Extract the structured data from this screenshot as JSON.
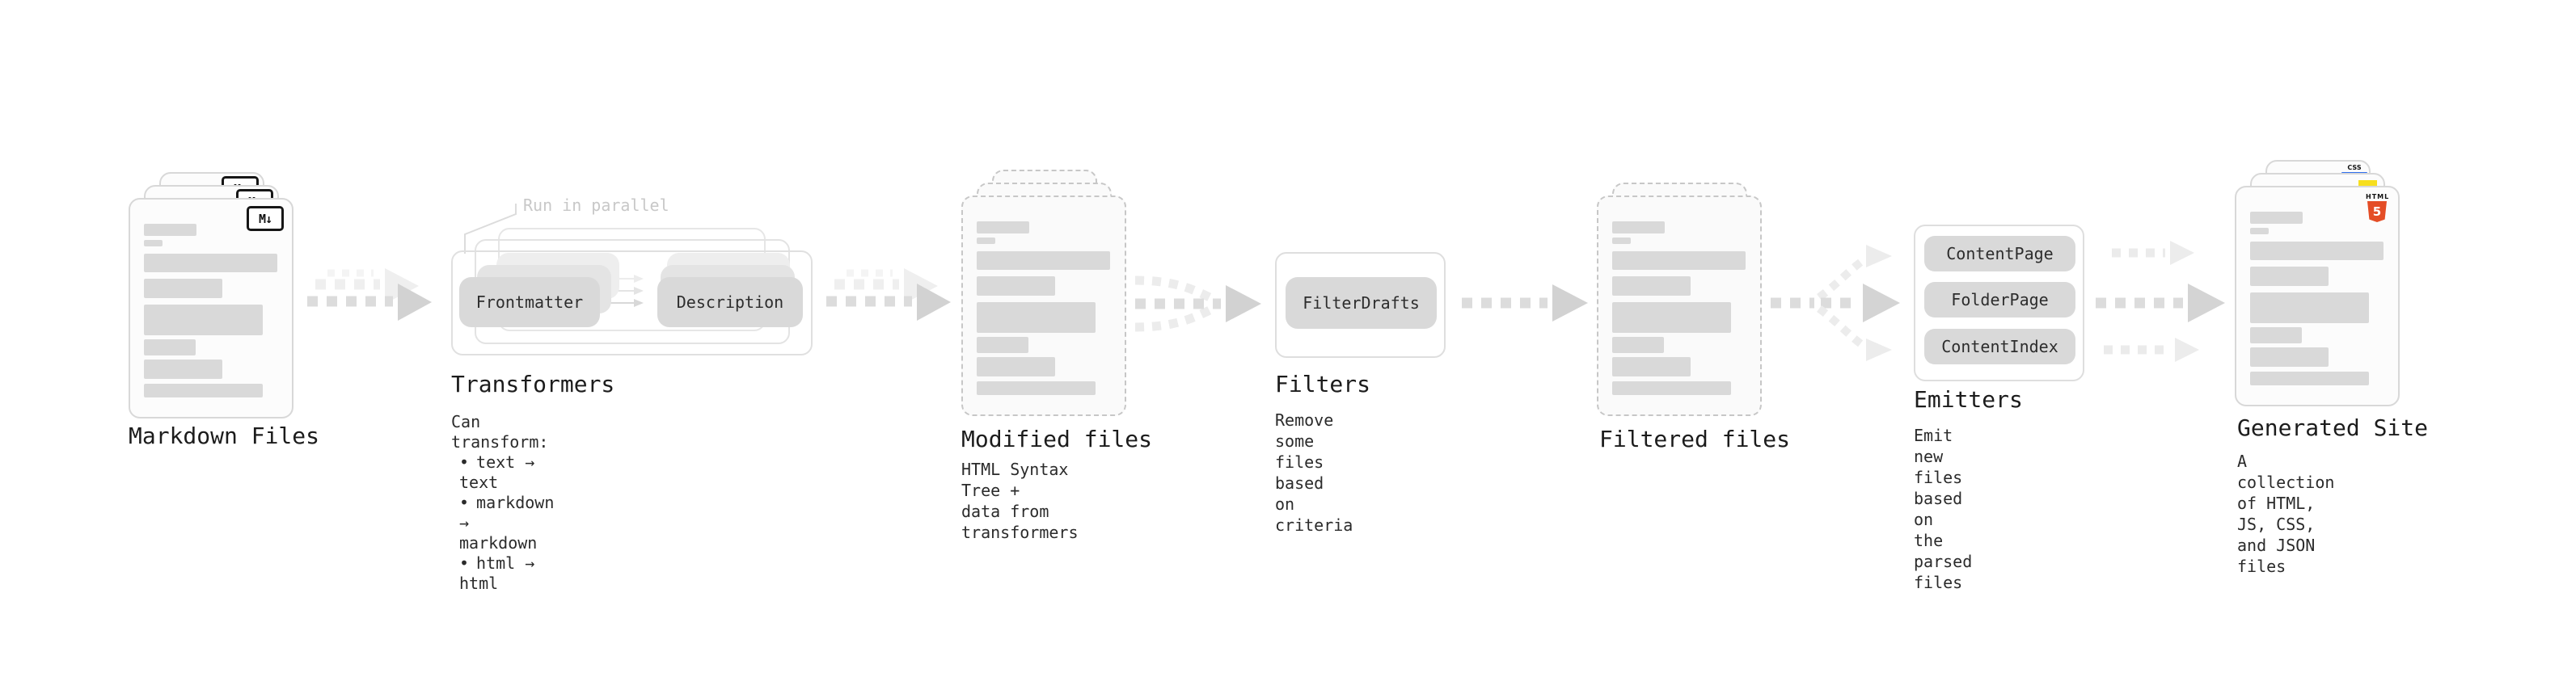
{
  "stages": {
    "markdown": {
      "label": "Markdown Files"
    },
    "transformers": {
      "callout": "Run in parallel",
      "button_frontmatter": "Frontmatter",
      "button_description": "Description",
      "title": "Transformers",
      "desc_heading": "Can transform:",
      "bullet_glyph": "•",
      "bullets": [
        "text → text",
        "markdown → markdown",
        "html → html"
      ]
    },
    "modified": {
      "label": "Modified files",
      "desc": "HTML Syntax Tree +\ndata from transformers"
    },
    "filters": {
      "title": "Filters",
      "button_filterdrafts": "FilterDrafts",
      "desc": "Remove some files based\non criteria"
    },
    "filtered": {
      "label": "Filtered files"
    },
    "emitters": {
      "title": "Emitters",
      "buttons": [
        "ContentPage",
        "FolderPage",
        "ContentIndex"
      ],
      "desc": "Emit new files based on\nthe parsed files"
    },
    "generated": {
      "label": "Generated Site",
      "desc": "A collection of HTML,\nJS, CSS, and JSON files"
    }
  },
  "icons": {
    "markdown_badge": "M↓",
    "css_badge": "CSS",
    "html5_text": "HTML",
    "html5_number": "5"
  },
  "colors": {
    "html5_orange": "#e44d26",
    "js_yellow": "#f7df1e",
    "css_blue": "#2f6fed",
    "button_gray": "#d9d9d9",
    "card_border_gray": "#d8d8d8",
    "arrow_gray": "#d2d2d2",
    "text_dark": "#1c1c1c",
    "callout_gray": "#c8c8c8"
  }
}
